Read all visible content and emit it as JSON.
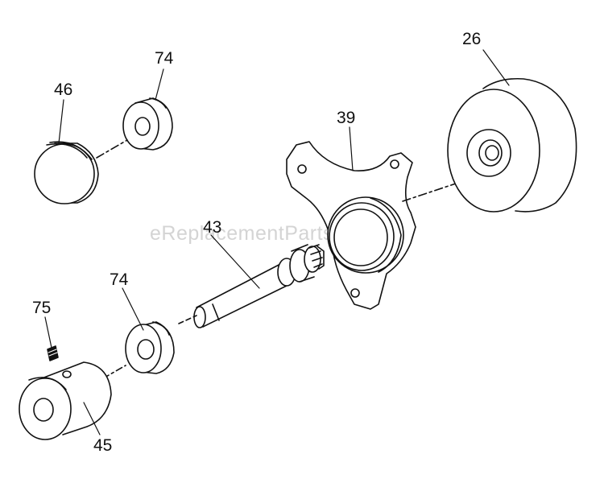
{
  "watermark": "eReplacementParts.com",
  "parts": {
    "p26": "26",
    "p46": "46",
    "p74_top": "74",
    "p39": "39",
    "p43": "43",
    "p74_bottom": "74",
    "p75": "75",
    "p45": "45"
  },
  "colors": {
    "line": "#111111",
    "watermark": "#d4d4d4",
    "background": "#ffffff"
  }
}
